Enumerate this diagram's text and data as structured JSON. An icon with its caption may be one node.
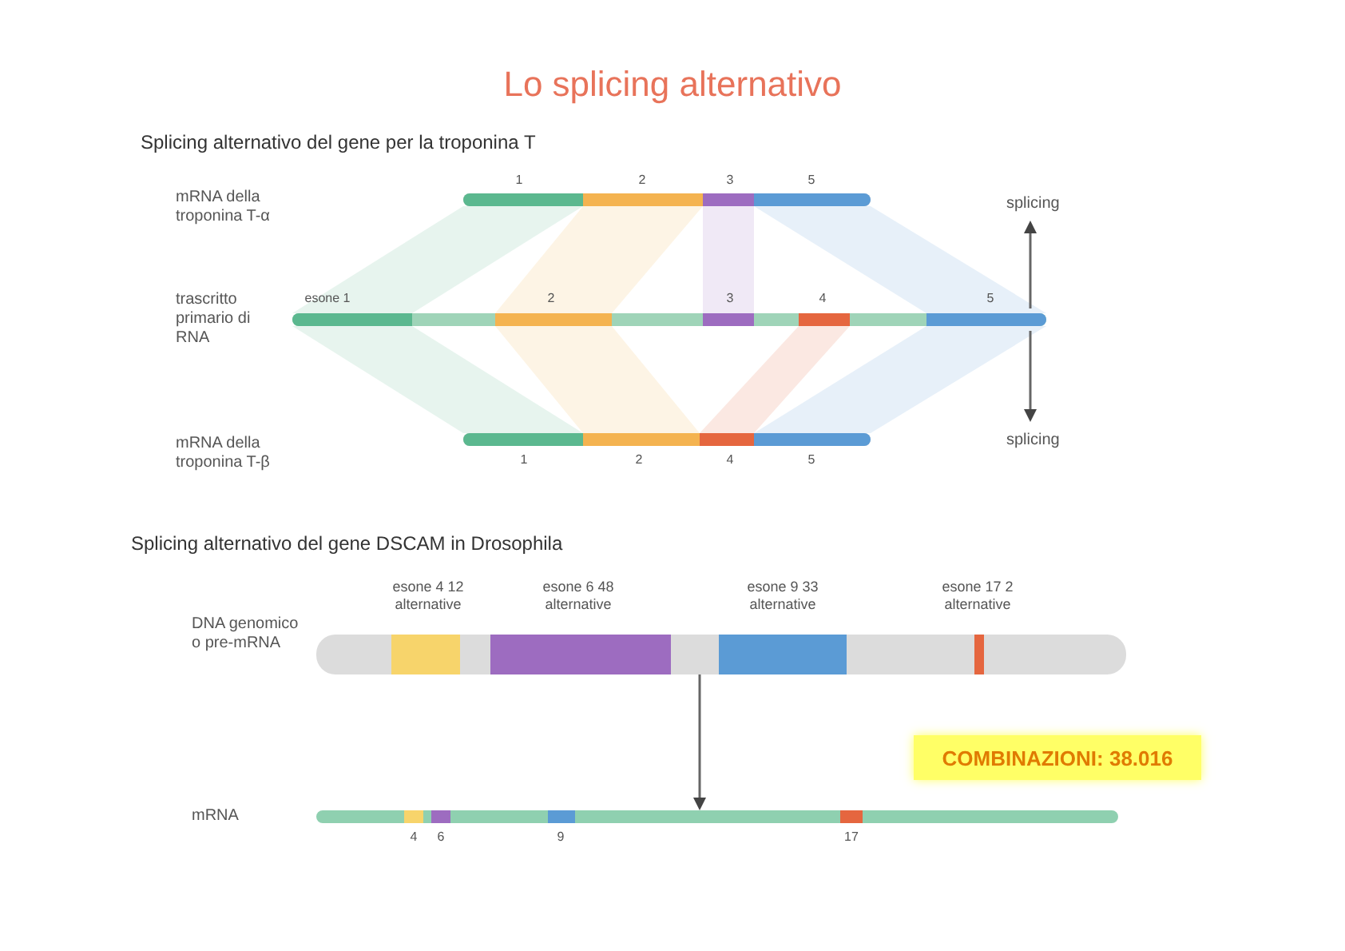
{
  "diagram": {
    "title": "Lo splicing alternativo",
    "nodes": [
      {
        "text": [],
        "shape": "bar"
      },
      {
        "text": [],
        "shape": "bar"
      },
      {
        "text": [],
        "shape": "bar"
      },
      {
        "text": [],
        "shape": "bar"
      },
      {
        "text": [],
        "shape": "bar"
      },
      {
        "text": [
          "COMBINAZIONI: 38.016"
        ]
      }
    ],
    "edges": [
      {
        "from": 3,
        "to": 4,
        "arrow": "to"
      }
    ],
    "labels": [
      "Splicing alternativo del gene per la troponina T",
      "mRNA della troponina T-α",
      "splicing",
      "trascritto primario di RNA",
      "mRNA della troponina T-β",
      "splicing",
      "DNA genomico o pre-mRNA",
      "mRNA",
      "1",
      "2",
      "3",
      "5",
      "esone 1",
      "2",
      "3",
      "4",
      "5",
      "1",
      "2",
      "4",
      "5",
      "Splicing alternativo del gene DSCAM in Drosophila",
      "esone 4 12 alternative",
      "esone 6 48 alternative",
      "esone 9 33 alternative",
      "esone 17 2 alternative",
      "4",
      "6",
      "9",
      "17"
    ]
  }
}
